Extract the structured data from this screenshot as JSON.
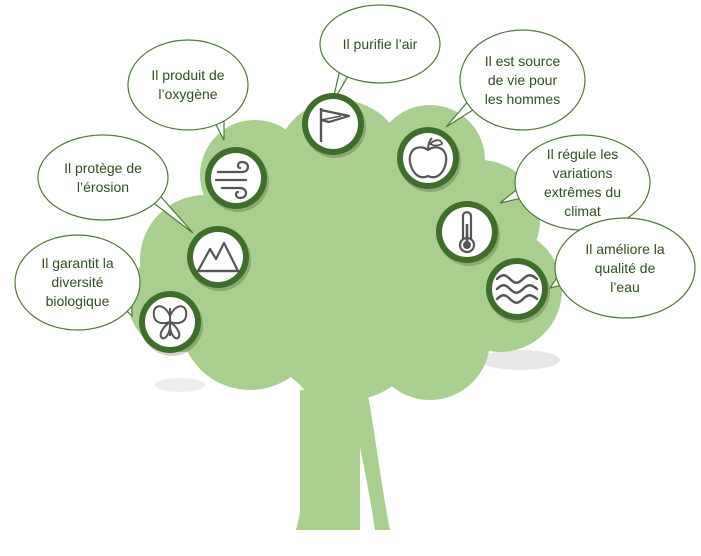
{
  "colors": {
    "foliage": "#a9cf8e",
    "trunk": "#a9cf8e",
    "ring": "#3f6e2a",
    "bubble_stroke": "#4d7a35",
    "text": "#2f4f1f",
    "icon": "#555555"
  },
  "benefits": [
    {
      "id": "biodiversity",
      "text": "Il garantit la\ndiversité\nbiologique",
      "icon": "butterfly-icon"
    },
    {
      "id": "erosion",
      "text": "Il protège de\nl’érosion",
      "icon": "mountains-icon"
    },
    {
      "id": "oxygen",
      "text": "Il produit de\nl’oxygène",
      "icon": "wind-icon"
    },
    {
      "id": "air",
      "text": "Il purifie l’air",
      "icon": "flag-icon"
    },
    {
      "id": "life",
      "text": "Il est source\nde vie pour\nles hommes",
      "icon": "apple-icon"
    },
    {
      "id": "climate",
      "text": "Il régule les\nvariations\nextrêmes du\nclimat",
      "icon": "thermometer-icon"
    },
    {
      "id": "water",
      "text": "Il améliore la\nqualité de\nl’eau",
      "icon": "waves-icon"
    }
  ]
}
